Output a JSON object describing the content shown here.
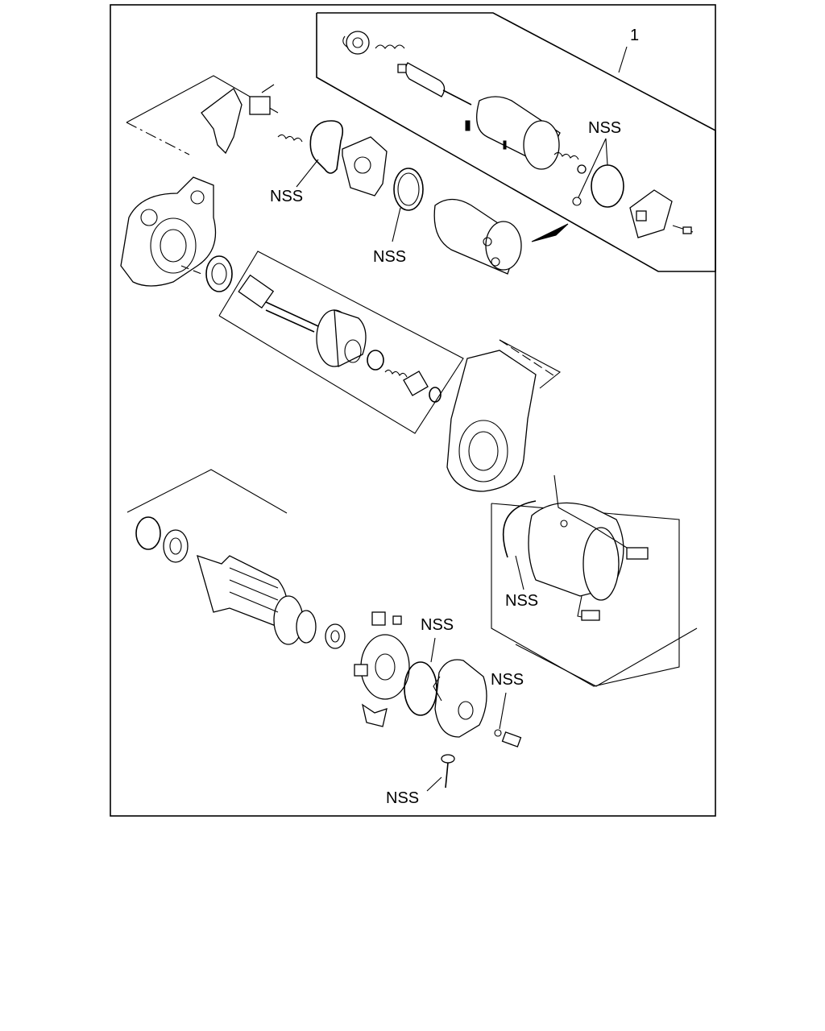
{
  "diagram": {
    "callout_number": "1",
    "labels": {
      "nss_solenoid_oring": "NSS",
      "nss_plate_gasket": "NSS",
      "nss_seal_ring": "NSS",
      "nss_yoke_oring": "NSS",
      "nss_rear_cover_oring": "NSS",
      "nss_washer": "NSS",
      "nss_through_bolt": "NSS"
    }
  }
}
